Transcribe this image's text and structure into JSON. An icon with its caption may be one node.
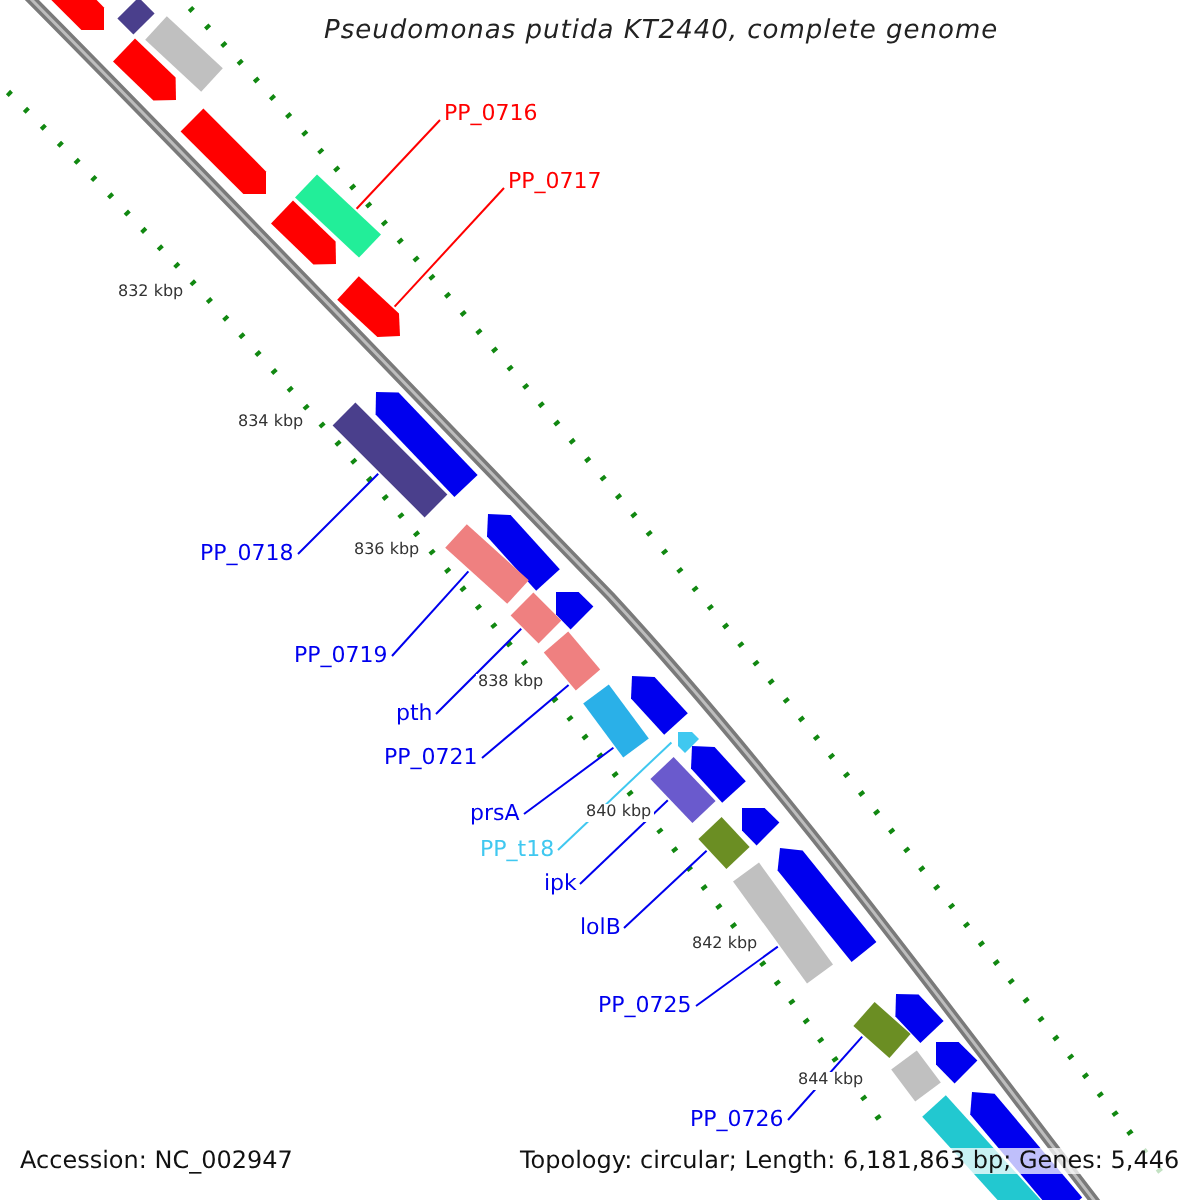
{
  "diagram": {
    "title": "Pseudomonas putida KT2440, complete genome",
    "nodes": [
      {
        "text": [
          "PP_0716"
        ]
      },
      {
        "text": [
          "PP_0717"
        ]
      },
      {
        "text": [
          "PP_0718"
        ]
      },
      {
        "text": [
          "PP_0719"
        ]
      },
      {
        "text": [
          "pth"
        ]
      },
      {
        "text": [
          "PP_0721"
        ]
      },
      {
        "text": [
          "prsA"
        ]
      },
      {
        "text": [
          "PP_t18"
        ]
      },
      {
        "text": [
          "ipk"
        ]
      },
      {
        "text": [
          "lolB"
        ]
      },
      {
        "text": [
          "PP_0725"
        ]
      },
      {
        "text": [
          "PP_0726"
        ]
      },
      {
        "text": [],
        "shape": "pentagon"
      },
      {
        "text": [],
        "shape": "bar"
      },
      {
        "text": [],
        "shape": "bar"
      },
      {
        "text": [],
        "shape": "pentagon"
      },
      {
        "text": [],
        "shape": "pentagon"
      },
      {
        "text": [],
        "shape": "bar"
      },
      {
        "text": [],
        "shape": "pentagon"
      },
      {
        "text": [],
        "shape": "pentagon"
      },
      {
        "text": [],
        "shape": "pentagon"
      },
      {
        "text": [],
        "shape": "bar"
      },
      {
        "text": [],
        "shape": "pentagon"
      },
      {
        "text": [],
        "shape": "bar"
      },
      {
        "text": [],
        "shape": "pentagon"
      },
      {
        "text": [],
        "shape": "bar"
      },
      {
        "text": [],
        "shape": "bar"
      },
      {
        "text": [],
        "shape": "pentagon"
      },
      {
        "text": [],
        "shape": "bar"
      },
      {
        "text": [],
        "shape": "pentagon"
      },
      {
        "text": [],
        "shape": "pentagon"
      },
      {
        "text": [],
        "shape": "bar"
      },
      {
        "text": [],
        "shape": "pentagon"
      },
      {
        "text": [],
        "shape": "bar"
      },
      {
        "text": [],
        "shape": "pentagon"
      },
      {
        "text": [],
        "shape": "bar"
      },
      {
        "text": [],
        "shape": "pentagon"
      },
      {
        "text": [],
        "shape": "bar"
      },
      {
        "text": [],
        "shape": "pentagon"
      },
      {
        "text": [],
        "shape": "bar"
      },
      {
        "text": [],
        "shape": "pentagon"
      },
      {
        "text": [],
        "shape": "bar"
      }
    ],
    "edges": [
      {
        "from": 0,
        "to": 17,
        "arrow": "none",
        "color": "#ff0000"
      },
      {
        "from": 1,
        "to": 19,
        "arrow": "none",
        "color": "#ff0000"
      },
      {
        "from": 2,
        "to": 21,
        "arrow": "none"
      },
      {
        "from": 3,
        "to": 23,
        "arrow": "none"
      },
      {
        "from": 4,
        "to": 25,
        "arrow": "none"
      },
      {
        "from": 5,
        "to": 26,
        "arrow": "none"
      },
      {
        "from": 6,
        "to": 28,
        "arrow": "none"
      },
      {
        "from": 7,
        "to": 29,
        "arrow": "none",
        "color": "#40c8f0"
      },
      {
        "from": 8,
        "to": 31,
        "arrow": "none"
      },
      {
        "from": 9,
        "to": 33,
        "arrow": "none"
      },
      {
        "from": 10,
        "to": 35,
        "arrow": "none"
      },
      {
        "from": 11,
        "to": 37,
        "arrow": "none"
      }
    ],
    "labels": [
      "832 kbp",
      "834 kbp",
      "836 kbp",
      "838 kbp",
      "840 kbp",
      "842 kbp",
      "844 kbp",
      "Accession: NC_002947",
      "Topology: circular; Length: 6,181,863 bp; Genes: 5,446"
    ]
  }
}
